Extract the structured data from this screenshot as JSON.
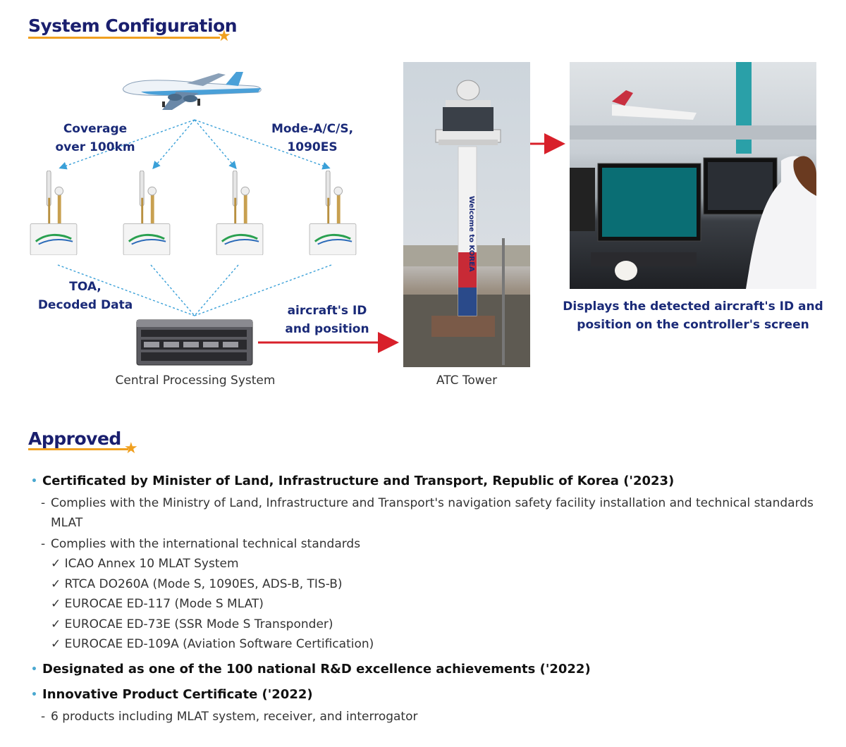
{
  "sections": {
    "config_title": "System Configuration",
    "approved_title": "Approved"
  },
  "diagram": {
    "coverage_label_1": "Coverage",
    "coverage_label_2": "over 100km",
    "mode_label_1": "Mode-A/C/S,",
    "mode_label_2": "1090ES",
    "toa_label_1": "TOA,",
    "toa_label_2": "Decoded Data",
    "id_label_1": "aircraft's ID",
    "id_label_2": "and position",
    "cps_caption": "Central Processing System",
    "tower_caption": "ATC Tower",
    "display_caption_1": "Displays the detected aircraft's ID and",
    "display_caption_2": "position on the controller's screen",
    "tower_text": "Welcome to KOREA"
  },
  "approved": {
    "item1": "Certificated by Minister of Land, Infrastructure and Transport, Republic of Korea ('2023)",
    "item1_sub1": "Complies with the Ministry of Land, Infrastructure and Transport's navigation safety facility installation and technical standards",
    "item1_sub1_cont": "MLAT",
    "item1_sub2": "Complies with the international technical standards",
    "standards": [
      "✓ ICAO Annex 10 MLAT System",
      "✓ RTCA DO260A (Mode S, 1090ES, ADS-B, TIS-B)",
      "✓ EUROCAE ED-117 (Mode S MLAT)",
      "✓ EUROCAE ED-73E (SSR Mode S Transponder)",
      "✓ EUROCAE ED-109A (Aviation Software Certification)"
    ],
    "item2": "Designated as one of the 100 national R&D excellence achievements ('2022)",
    "item3": "Innovative Product Certificate ('2022)",
    "item3_sub1": "6 products including MLAT system, receiver, and interrogator"
  },
  "colors": {
    "title": "#1a1f6e",
    "accent": "#f0a020",
    "arrow": "#d8202a",
    "dashed": "#3aa0d8"
  }
}
